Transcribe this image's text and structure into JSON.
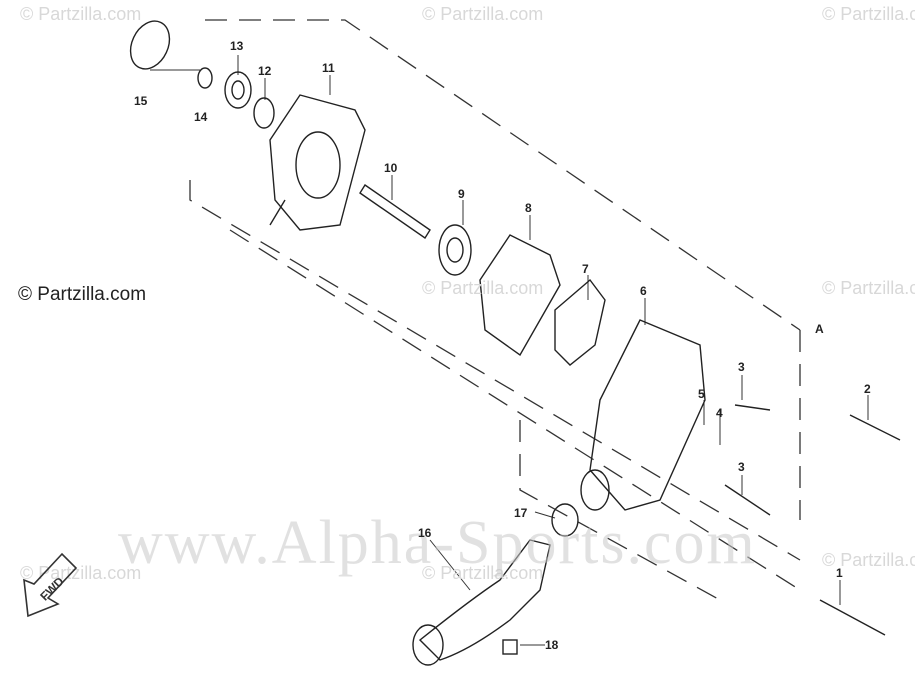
{
  "watermarks": {
    "corner": "© Partzilla.com",
    "main": "© Partzilla.com",
    "overlay": "www.Alpha-Sports.com"
  },
  "diagram": {
    "section_label": "A",
    "direction_arrow": "FWD",
    "callouts": [
      "1",
      "2",
      "3",
      "3",
      "4",
      "5",
      "6",
      "7",
      "8",
      "9",
      "10",
      "11",
      "12",
      "13",
      "14",
      "15",
      "16",
      "17",
      "18"
    ]
  }
}
